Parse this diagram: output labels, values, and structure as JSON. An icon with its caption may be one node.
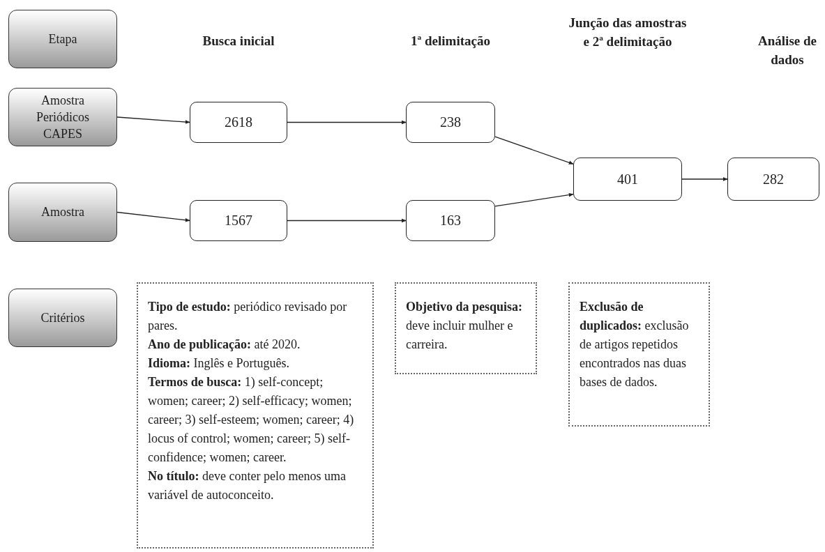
{
  "diagram": {
    "nodes": [
      {
        "text": [
          "Etapa"
        ]
      },
      {
        "text": [
          "Amostra Periódicos CAPES"
        ]
      },
      {
        "text": [
          "Amostra"
        ]
      },
      {
        "text": [
          "Critérios"
        ]
      },
      {
        "text": [
          "2618"
        ]
      },
      {
        "text": [
          "238"
        ]
      },
      {
        "text": [
          "1567"
        ]
      },
      {
        "text": [
          "163"
        ]
      },
      {
        "text": [
          "401"
        ]
      },
      {
        "text": [
          "282"
        ]
      },
      {
        "text": [
          "**Tipo de estudo:** periódico revisado por pares.",
          "**Ano de publicação:** até 2020.",
          "**Idioma:** Inglês e Português.",
          "**Termos de busca:** 1) self-concept; women; career; 2) self-efficacy; women; career; 3) self-esteem; women; career; 4) locus of control; women; career; 5) self-confidence; women; career.",
          "**No título:** deve conter pelo menos uma variável de autoconceito."
        ]
      },
      {
        "text": [
          "**Objetivo da pesquisa:** deve incluir mulher e carreira."
        ]
      },
      {
        "text": [
          "**Exclusão de duplicados:** exclusão de artigos repetidos encontrados nas duas bases de dados."
        ]
      }
    ],
    "edges": [
      {
        "from": 1,
        "to": 4,
        "arrow": "to"
      },
      {
        "from": 4,
        "to": 5,
        "arrow": "to"
      },
      {
        "from": 2,
        "to": 6,
        "arrow": "to"
      },
      {
        "from": 6,
        "to": 7,
        "arrow": "to"
      },
      {
        "from": 5,
        "to": 8,
        "arrow": "to"
      },
      {
        "from": 7,
        "to": 8,
        "arrow": "to"
      },
      {
        "from": 8,
        "to": 9,
        "arrow": "to"
      }
    ],
    "labels": [
      "Busca inicial",
      "1ª delimitação",
      "Junção das amostras e 2ª delimitação",
      "Análise de dados"
    ]
  }
}
